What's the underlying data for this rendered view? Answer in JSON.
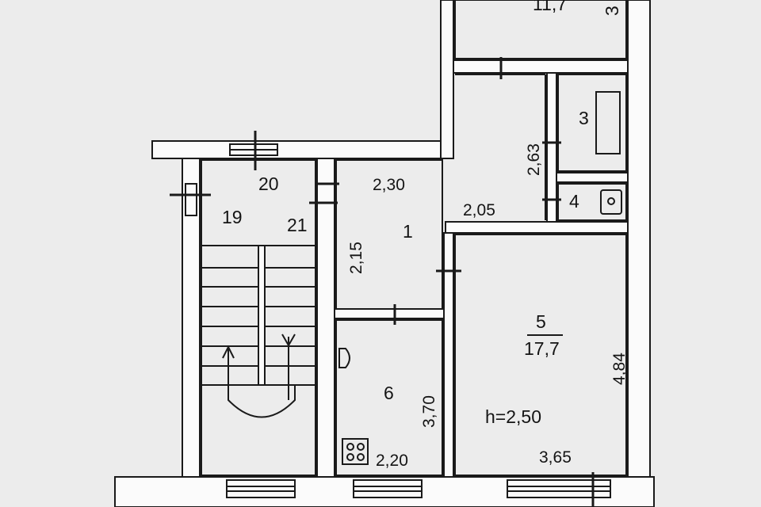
{
  "plan": {
    "rooms": {
      "r1": {
        "number": "1"
      },
      "r3": {
        "number": "3"
      },
      "r4": {
        "number": "4"
      },
      "r5": {
        "number": "5",
        "area": "17,7",
        "height": "h=2,50"
      },
      "r6": {
        "number": "6"
      },
      "r19": {
        "number": "19"
      },
      "r20": {
        "number": "20"
      },
      "r21": {
        "number": "21"
      },
      "top_room": {
        "area": "11,7",
        "edge_digit": "3"
      }
    },
    "dimensions": {
      "d_230": "2,30",
      "d_205": "2,05",
      "d_215": "2,15",
      "d_263": "2,63",
      "d_370": "3,70",
      "d_220": "2,20",
      "d_484": "4,84",
      "d_365": "3,65"
    }
  }
}
